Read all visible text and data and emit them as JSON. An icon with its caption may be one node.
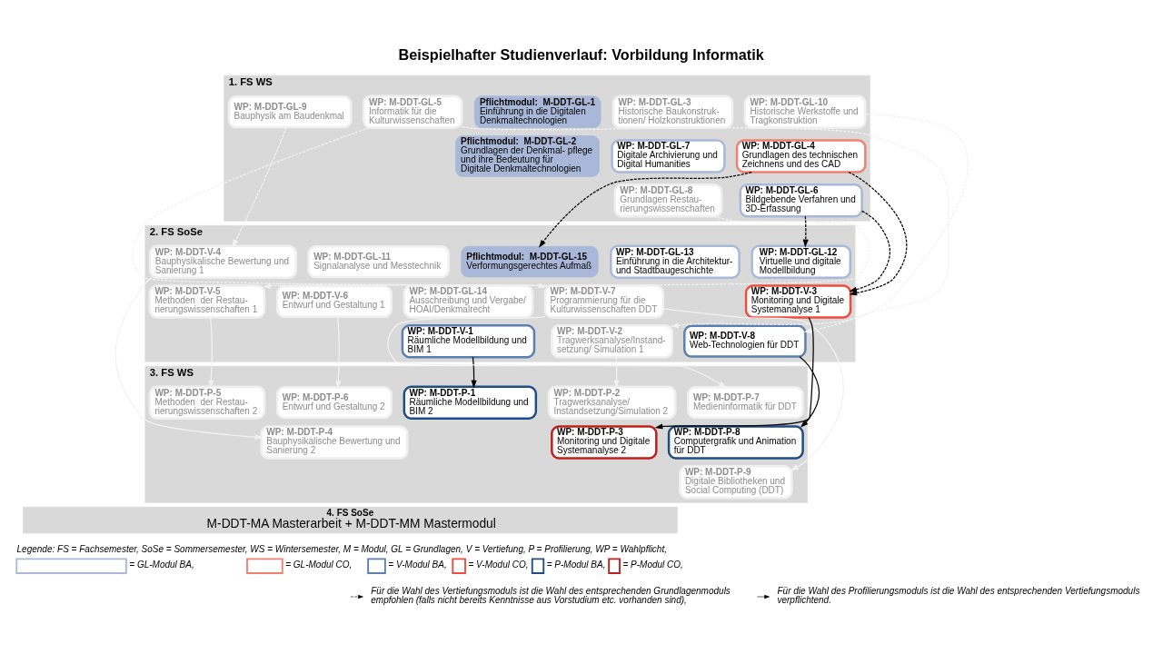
{
  "diagram": {
    "title": "Beispielhafter Studienverlauf: Vorbildung Informatik",
    "nodes": [
      {
        "text": [
          "1. FS WS"
        ]
      },
      {
        "text": [
          "Pflichtmodul:  M-DDT-GL-1",
          "Einführung in die Digitalen Denkmaltechnologien"
        ],
        "in": 0
      },
      {
        "text": [
          "Pflichtmodul:  M-DDT-GL-2",
          "Grundlagen der Denkmal- pflege und ihre Bedeutung für Digitale Denkmaltechnologien"
        ],
        "in": 0
      },
      {
        "text": [
          "WP: M-DDT-GL-3",
          "Historische Baukonstruk- tionen/ Holzkonstruktionen"
        ],
        "in": 0
      },
      {
        "text": [
          "WP: M-DDT-GL-7",
          "Digitale Archivierung und Digital Humanities"
        ],
        "in": 0
      },
      {
        "text": [
          "WP: M-DDT-GL-8",
          "Grundlagen Restau- rierungswissenschaften"
        ],
        "in": 0
      },
      {
        "text": [
          "WP: M-DDT-GL-5",
          "Informatik für die Kulturwissenschaften"
        ],
        "in": 0
      },
      {
        "text": [
          "WP: M-DDT-GL-10",
          "Historische Werkstoffe und Tragkonstruktion"
        ],
        "in": 0
      },
      {
        "text": [
          "WP: M-DDT-GL-4",
          "Grundlagen des technischen Zeichnens und des CAD"
        ],
        "in": 0
      },
      {
        "text": [
          "WP: M-DDT-GL-6",
          "Bildgebende Verfahren und 3D-Erfassung"
        ],
        "in": 0
      },
      {
        "text": [
          "WP: M-DDT-GL-9",
          "Bauphysik am Baudenkmal"
        ],
        "in": 0
      },
      {
        "text": [
          "2. FS SoSe"
        ]
      },
      {
        "text": [
          "WP: M-DDT-GL-11",
          "Signalanalyse und Messtechnik"
        ],
        "in": 11
      },
      {
        "text": [
          "WP: M-DDT-GL-14",
          "Ausschreibung und Vergabe/ HOAI/Denkmalrecht"
        ],
        "in": 11
      },
      {
        "text": [
          "WP: M-DDT-V-1",
          "Räumliche Modellbildung und BIM 1"
        ],
        "in": 11
      },
      {
        "text": [
          "WP: M-DDT-GL-13",
          "Einführung in die Architektur- und Stadtbaugeschichte"
        ],
        "in": 11
      },
      {
        "text": [
          "WP: M-DDT-V-5",
          "Methoden  der Restau- rierungswissenschaften 1"
        ],
        "in": 11
      },
      {
        "text": [
          "Pflichtmodul:  M-DDT-GL-15",
          "Verformungsgerechtes Aufmaß"
        ],
        "in": 11
      },
      {
        "text": [
          "WP: M-DDT-V-7",
          "Programmierung für die Kulturwissenschaften DDT"
        ],
        "in": 11
      },
      {
        "text": [
          "WP: M-DDT-V-8",
          "Web-Technologien für DDT"
        ],
        "in": 11
      },
      {
        "text": [
          "WP: M-DDT-GL-12",
          "Virtuelle und digitale Modellbildung"
        ],
        "in": 11
      },
      {
        "text": [
          "WP: M-DDT-V-3",
          "Monitoring und Digitale Systemanalyse 1"
        ],
        "in": 11
      },
      {
        "text": [
          "WP: M-DDT-V-2",
          "Tragwerksanalyse/Instand- setzung/ Simulation 1"
        ],
        "in": 11
      },
      {
        "text": [
          "WP: M-DDT-V-4",
          "Bauphysikalische Bewertung und Sanierung 1"
        ],
        "in": 11
      },
      {
        "text": [
          "WP: M-DDT-V-6",
          "Entwurf und Gestaltung 1"
        ],
        "in": 11
      },
      {
        "text": [
          "3. FS WS"
        ]
      },
      {
        "text": [
          "WP: M-DDT-P-1",
          "Räumliche Modellbildung und BIM 2"
        ],
        "in": 25
      },
      {
        "text": [
          "WP: M-DDT-P-5",
          "Methoden  der Restau- rierungswissenschaften 2"
        ],
        "in": 25
      },
      {
        "text": [
          "WP: M-DDT-P-7",
          "Medieninformatik für DDT"
        ],
        "in": 25
      },
      {
        "text": [
          "WP: M-DDT-P-8",
          "Computergrafik und Animation für DDT"
        ],
        "in": 25
      },
      {
        "text": [
          "WP: M-DDT-P-9",
          "Digitale Bibliotheken und Social Computing (DDT)"
        ],
        "in": 25
      },
      {
        "text": [
          "WP: M-DDT-P-2",
          "Tragwerksanalyse/ Instandsetzung/Simulation 2"
        ],
        "in": 25
      },
      {
        "text": [
          "WP: M-DDT-P-3",
          "Monitoring und Digitale Systemanalyse 2"
        ],
        "in": 25
      },
      {
        "text": [
          "WP: M-DDT-P-6",
          "Entwurf und Gestaltung 2"
        ],
        "in": 25
      },
      {
        "text": [
          "WP: M-DDT-P-4",
          "Bauphysikalische Bewertung und Sanierung 2"
        ],
        "in": 25
      },
      {
        "text": [
          "4. FS SoSe",
          "M-DDT-MA Masterarbeit + M-DDT-MM Mastermodul"
        ]
      }
    ],
    "edges": [
      {
        "from": 8,
        "to": 17,
        "arrow": "to",
        "style": "dashed",
        "color": "#000000"
      },
      {
        "from": 8,
        "to": 21,
        "arrow": "to",
        "style": "dashed",
        "color": "#000000"
      },
      {
        "from": 9,
        "to": 21,
        "arrow": "to",
        "style": "dashed",
        "color": "#000000"
      },
      {
        "from": 9,
        "to": 20,
        "arrow": "to",
        "style": "dashed",
        "color": "#000000"
      },
      {
        "from": 5,
        "to": 16,
        "arrow": "to",
        "style": "dashed",
        "color": "#f2f2f2"
      },
      {
        "from": 6,
        "to": 18,
        "arrow": "to",
        "style": "dashed",
        "color": "#f2f2f2"
      },
      {
        "from": 6,
        "to": 19,
        "arrow": "to",
        "style": "dashed",
        "color": "#f2f2f2"
      },
      {
        "from": 10,
        "to": 23,
        "arrow": "to",
        "style": "dashed",
        "color": "#f2f2f2"
      },
      {
        "from": 7,
        "to": 22,
        "arrow": "to",
        "style": "dashed",
        "color": "#f2f2f2"
      },
      {
        "from": 16,
        "to": 27,
        "arrow": "to",
        "color": "#f2f2f2"
      },
      {
        "from": 18,
        "to": 28,
        "arrow": "to",
        "color": "#f2f2f2"
      },
      {
        "from": 18,
        "to": 30,
        "arrow": "to",
        "color": "#f2f2f2"
      },
      {
        "from": 22,
        "to": 31,
        "arrow": "to",
        "color": "#f2f2f2"
      },
      {
        "from": 23,
        "to": 34,
        "arrow": "to",
        "color": "#f2f2f2"
      },
      {
        "from": 24,
        "to": 33,
        "arrow": "to",
        "color": "#f2f2f2"
      },
      {
        "from": 14,
        "to": 26,
        "arrow": "to",
        "color": "#000000"
      },
      {
        "from": 19,
        "to": 29,
        "arrow": "to",
        "color": "#000000"
      },
      {
        "from": 21,
        "to": 32,
        "arrow": "to",
        "color": "#000000"
      }
    ],
    "labels": [
      "Legende: FS = Fachsemester, SoSe = Sommersemester, WS = Wintersemester, M = Modul, GL = Grundlagen, V = Vertiefung, P = Profilierung, WP = Wahlpflicht,"
    ],
    "legend": [
      {
        "text": "= GL-Modul BA,",
        "color": "#a9b8d8"
      },
      {
        "text": "= GL-Modul CO,",
        "color": "#f08070"
      },
      {
        "text": "= V-Modul BA,",
        "color": "#5b7fb0"
      },
      {
        "text": "= V-Modul CO,",
        "color": "#f04c3c"
      },
      {
        "text": "= P-Modul BA,",
        "color": "#1f4e86"
      },
      {
        "text": "= P-Modul CO,",
        "color": "#c0201a"
      },
      {
        "text": "Für die Wahl des Vertiefungsmoduls ist die Wahl des entsprechenden Grundlagenmoduls empfohlen (falls nicht bereits Kenntnisse aus Vorstudium etc. vorhanden sind),"
      },
      {
        "text": "Für die Wahl des Profilierungsmoduls ist die Wahl des entsprechenden Vertiefungsmoduls verpflichtend."
      }
    ]
  }
}
